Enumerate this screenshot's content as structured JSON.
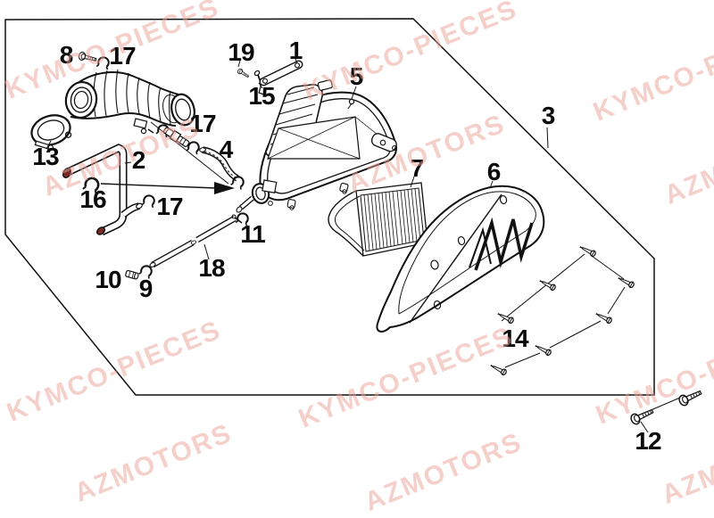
{
  "watermark": {
    "kymco_text": "KYMCO-PIECES",
    "azmotors_text": "AZMOTORS"
  },
  "callouts": [
    {
      "part": "1"
    },
    {
      "part": "2"
    },
    {
      "part": "3"
    },
    {
      "part": "4"
    },
    {
      "part": "5"
    },
    {
      "part": "6"
    },
    {
      "part": "7"
    },
    {
      "part": "8"
    },
    {
      "part": "9"
    },
    {
      "part": "10"
    },
    {
      "part": "11"
    },
    {
      "part": "12"
    },
    {
      "part": "13"
    },
    {
      "part": "14"
    },
    {
      "part": "15"
    },
    {
      "part": "16"
    },
    {
      "part": "17"
    },
    {
      "part": "17"
    },
    {
      "part": "17"
    },
    {
      "part": "18"
    },
    {
      "part": "19"
    }
  ],
  "colors": {
    "ink": "#111111",
    "paper": "#ffffff",
    "watermark": "#eda397",
    "tube_inner": "#7a2a22"
  }
}
